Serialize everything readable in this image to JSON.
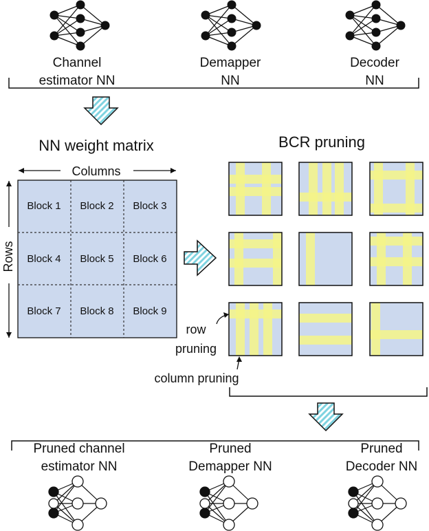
{
  "top_networks": [
    {
      "line1": "Channel",
      "line2": "estimator NN"
    },
    {
      "line1": "Demapper",
      "line2": "NN"
    },
    {
      "line1": "Decoder",
      "line2": "NN"
    }
  ],
  "matrix": {
    "title": "NN weight matrix",
    "columns_label": "Columns",
    "rows_label": "Rows",
    "blocks": [
      "Block 1",
      "Block 2",
      "Block 3",
      "Block 4",
      "Block 5",
      "Block 6",
      "Block 7",
      "Block 8",
      "Block 9"
    ]
  },
  "bcr": {
    "title": "BCR pruning",
    "row_pruning_line1": "row",
    "row_pruning_line2": "pruning",
    "column_pruning": "column pruning"
  },
  "pruned_networks": [
    {
      "line1": "Pruned channel",
      "line2": "estimator NN"
    },
    {
      "line1": "Pruned",
      "line2": "Demapper NN"
    },
    {
      "line1": "Pruned",
      "line2": "Decoder NN"
    }
  ],
  "colors": {
    "block_fill": "#ccd9ee",
    "prune_fill": "#f4f487",
    "arrow_fill": "#a9e7ee",
    "stroke": "#111111"
  }
}
